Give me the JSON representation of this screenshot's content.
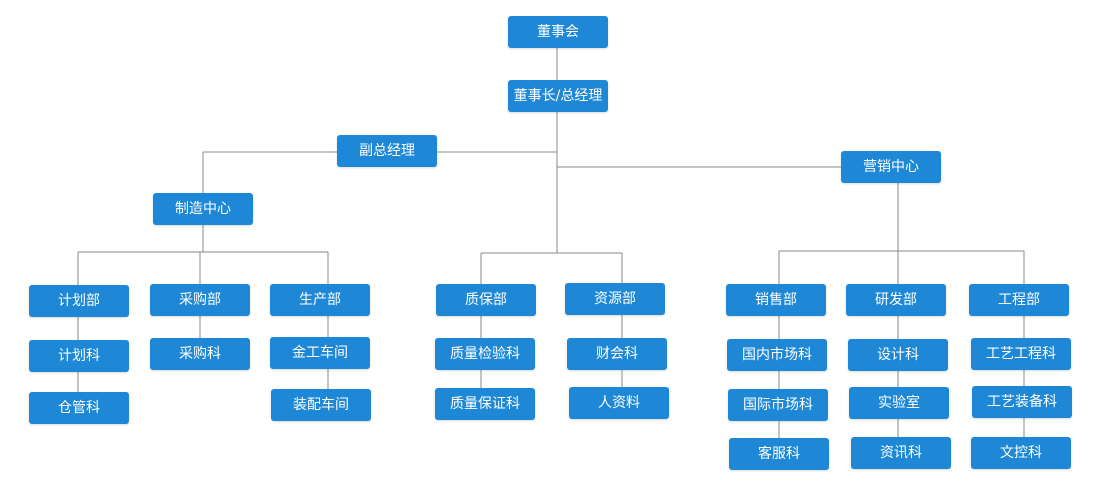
{
  "org": {
    "board": "董事会",
    "chairman": "董事长/总经理",
    "vice_gm": "副总经理",
    "marketing_center": "营销中心",
    "manufacturing_center": "制造中心",
    "planning_dept": "计划部",
    "planning_section": "计划科",
    "warehouse_section": "仓管科",
    "purchasing_dept": "采购部",
    "purchasing_section": "采购科",
    "production_dept": "生产部",
    "metalwork_workshop": "金工车间",
    "assembly_workshop": "装配车间",
    "quality_dept": "质保部",
    "quality_inspection_section": "质量检验科",
    "quality_assurance_section": "质量保证科",
    "resources_dept": "资源部",
    "finance_section": "财会科",
    "hr_section": "人资料",
    "sales_dept": "销售部",
    "domestic_market_section": "国内市场科",
    "international_market_section": "国际市场科",
    "customer_service_section": "客服科",
    "rnd_dept": "研发部",
    "design_section": "设计科",
    "laboratory": "实验室",
    "info_section": "资讯科",
    "engineering_dept": "工程部",
    "process_engineering_section": "工艺工程科",
    "process_equipment_section": "工艺装备科",
    "document_control_section": "文控科"
  }
}
